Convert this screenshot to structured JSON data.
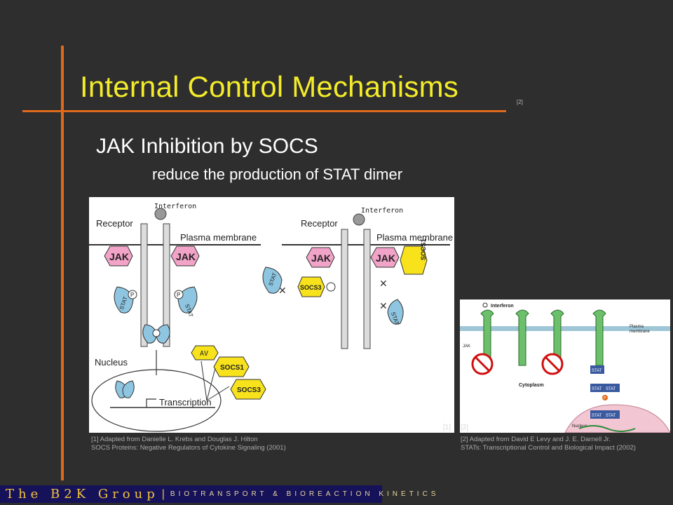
{
  "slide": {
    "title": "Internal Control Mechanisms",
    "title_ref": "[2]",
    "subtitle": "JAK Inhibition by SOCS",
    "subsubtitle": "reduce the production of STAT dimer"
  },
  "figure1": {
    "interferon_left": "Interferon",
    "interferon_right": "Interferon",
    "receptor_left": "Receptor",
    "receptor_right": "Receptor",
    "membrane_left": "Plasma membrane",
    "membrane_right": "Plasma membrane",
    "jak": "JAK",
    "stat": "STAT",
    "p": "P",
    "nucleus": "Nucleus",
    "transcription": "Transcription",
    "av": "AV",
    "socs1": "SOCS1",
    "socs3": "SOCS3",
    "x": "✕"
  },
  "figure2": {
    "interferon": "Interferon",
    "plasma_membrane_line1": "Plasma",
    "plasma_membrane_line2": "membrane",
    "jak": "JAK",
    "cytoplasm": "Cytoplasm",
    "nucleus": "Nucleus",
    "stat": "STAT",
    "p": "P"
  },
  "refs": {
    "ref1_marker": "[1]",
    "ref2_marker": "[2]",
    "ref1_line1": "[1] Adapted from Danielle L. Krebs and Douglas J. Hilton",
    "ref1_line2": "SOCS Proteins: Negative Regulators of Cytokine Signaling (2001)",
    "ref2_line1": "[2] Adapted from David E Levy and J. E. Darnell Jr.",
    "ref2_line2": "STATs: Transcriptional Control and Biological Impact (2002)"
  },
  "footer": {
    "brand": "The B2K Group",
    "separator": "|",
    "tagline": "BIOTRANSPORT & BIOREACTION KINETICS"
  },
  "colors": {
    "background": "#2e2e2e",
    "title": "#f4ec2a",
    "accent_line": "#e06a1b",
    "footer_bg": "#16125a",
    "footer_text": "#f2c33a",
    "jak_pink": "#f2a3c8",
    "stat_blue": "#8ec5e0",
    "socs_yellow": "#f7e21c"
  }
}
